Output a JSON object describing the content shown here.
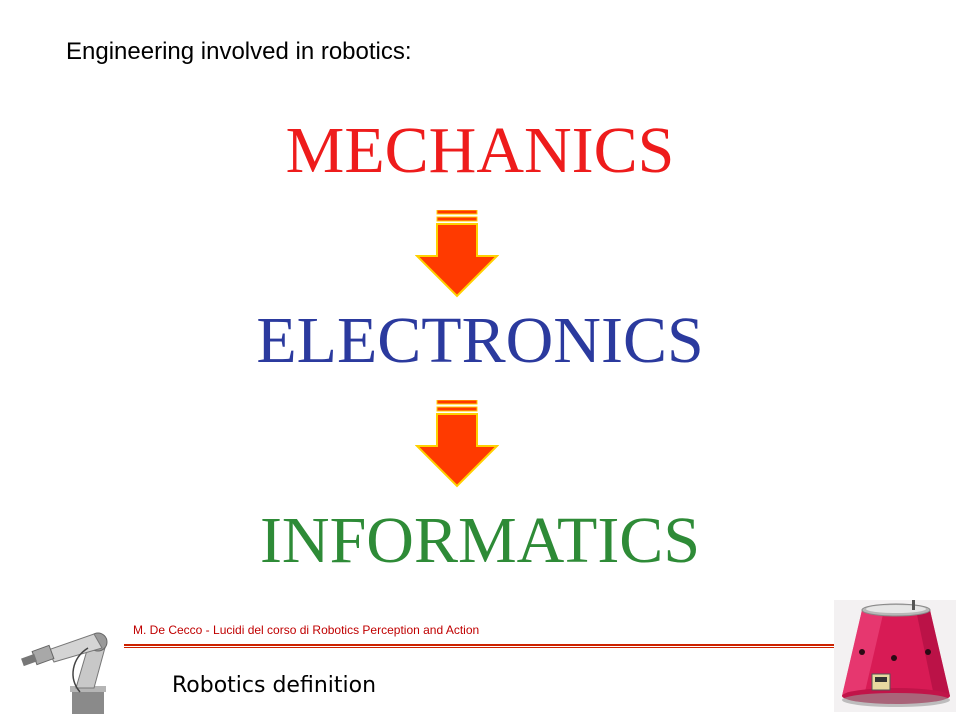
{
  "slide": {
    "heading": "Engineering involved in robotics:",
    "flow": [
      {
        "label": "MECHANICS",
        "color": "#ee1c1c"
      },
      {
        "label": "ELECTRONICS",
        "color": "#2b3a9e"
      },
      {
        "label": "INFORMATICS",
        "color": "#2e8b37"
      }
    ],
    "arrow": {
      "fill_color": "#ff3a00",
      "outline_color": "#ffd000",
      "icon": "down-arrow-icon"
    },
    "footer": {
      "credit": "M. De Cecco - Lucidi del corso di Robotics Perception and Action",
      "credit_color": "#c00000",
      "line_color": "#cc2200",
      "title": "Robotics definition",
      "left_image": "industrial-robot-arm-icon",
      "right_image": "mobile-robot-dome-icon"
    }
  }
}
